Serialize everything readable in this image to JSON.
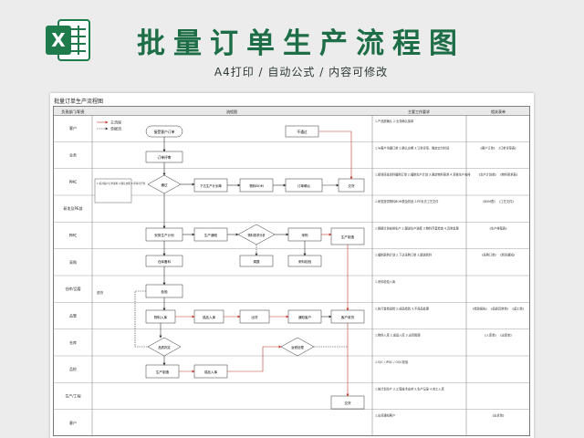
{
  "banner": {
    "logo_letter": "X",
    "title": "批量订单生产流程图",
    "subtitle": "A4打印 / 自动公式 / 内容可修改"
  },
  "sheet": {
    "title": "批量订单生产流程图",
    "headers": {
      "dept": "负责部门/职责",
      "flow": "流程图",
      "work": "主要工作要求",
      "doc": "相关表单"
    },
    "legend": {
      "main": "主流程",
      "aux": "单据流"
    },
    "departments": [
      "客户",
      "业务",
      "PMC",
      "研发及PE部",
      "PMC",
      "采购",
      "仓库/品管",
      "品管",
      "仓库",
      "品检",
      "生产/工程",
      "客户"
    ],
    "nodes": {
      "n_order": "接受客户订单",
      "n_review": "订单评审",
      "n_pass": "通过",
      "n_fail": "不通过",
      "n_plan": "下达生产计划单",
      "n_bom": "物料BOM",
      "n_sched": "安排生产计划",
      "n_prod": "生产制造",
      "n_purch": "采购",
      "n_material": "物料入库",
      "n_check": "检验",
      "n_ship": "出货",
      "n_fix": "返修处理",
      "n_quality": "品质判定",
      "n_notice": "生产通知",
      "n_confirm": "订单确认",
      "n_mrp": "物料需求分析",
      "n_stock": "仓库备料",
      "n_receive": "来料检验",
      "n_store": "成品入库",
      "n_notify": "通知客户",
      "n_client": "客户收货",
      "n_adjust": "调整",
      "n_deliver": "交货"
    },
    "side_note": "1.核对客户订单资料 2.确认交期 3.评审可行性",
    "side_label": "退货",
    "work_texts": [
      "1.产品需确认 2.业务确认接单",
      "1.与客户沟通订单 2.确认交期 3.订单评审，确定交付时间",
      "1.接收研发资料编制订单 2.编制生产计划 3.确定物料需求 4.审核生产安排",
      "1.研发提供物料BOM表及样品 2.PE负责工艺文件",
      "1.根据计划安排生产 2.跟进生产进度 3.物料齐套检查 4.异常处理",
      "1.编制采购计划 2.下达采购订单 3.跟进到料",
      "1.来料检验入库",
      "1.执行首检巡检 2.成品检验 3.不良品处理",
      "1.物料入库 2.成品入库 3.出货管理",
      "1.IQC / IPQC / OQC检验",
      "1.按计划生产 2.工程技术支持 3.生产记录 4.完工入库",
      "1.出货通知客户"
    ],
    "doc_texts": [
      "",
      "《客户订单》 《订单评审表》",
      "《生产计划单》 《物料需求表》",
      "《BOM表》 《工艺文件》",
      "《生产排程表》",
      "《采购订单》 《到货通知》",
      "",
      "《检验报告》 《品质异常单》 《返工单》",
      "《入库单》 《出库单》",
      "",
      "",
      "《出货单》"
    ]
  }
}
